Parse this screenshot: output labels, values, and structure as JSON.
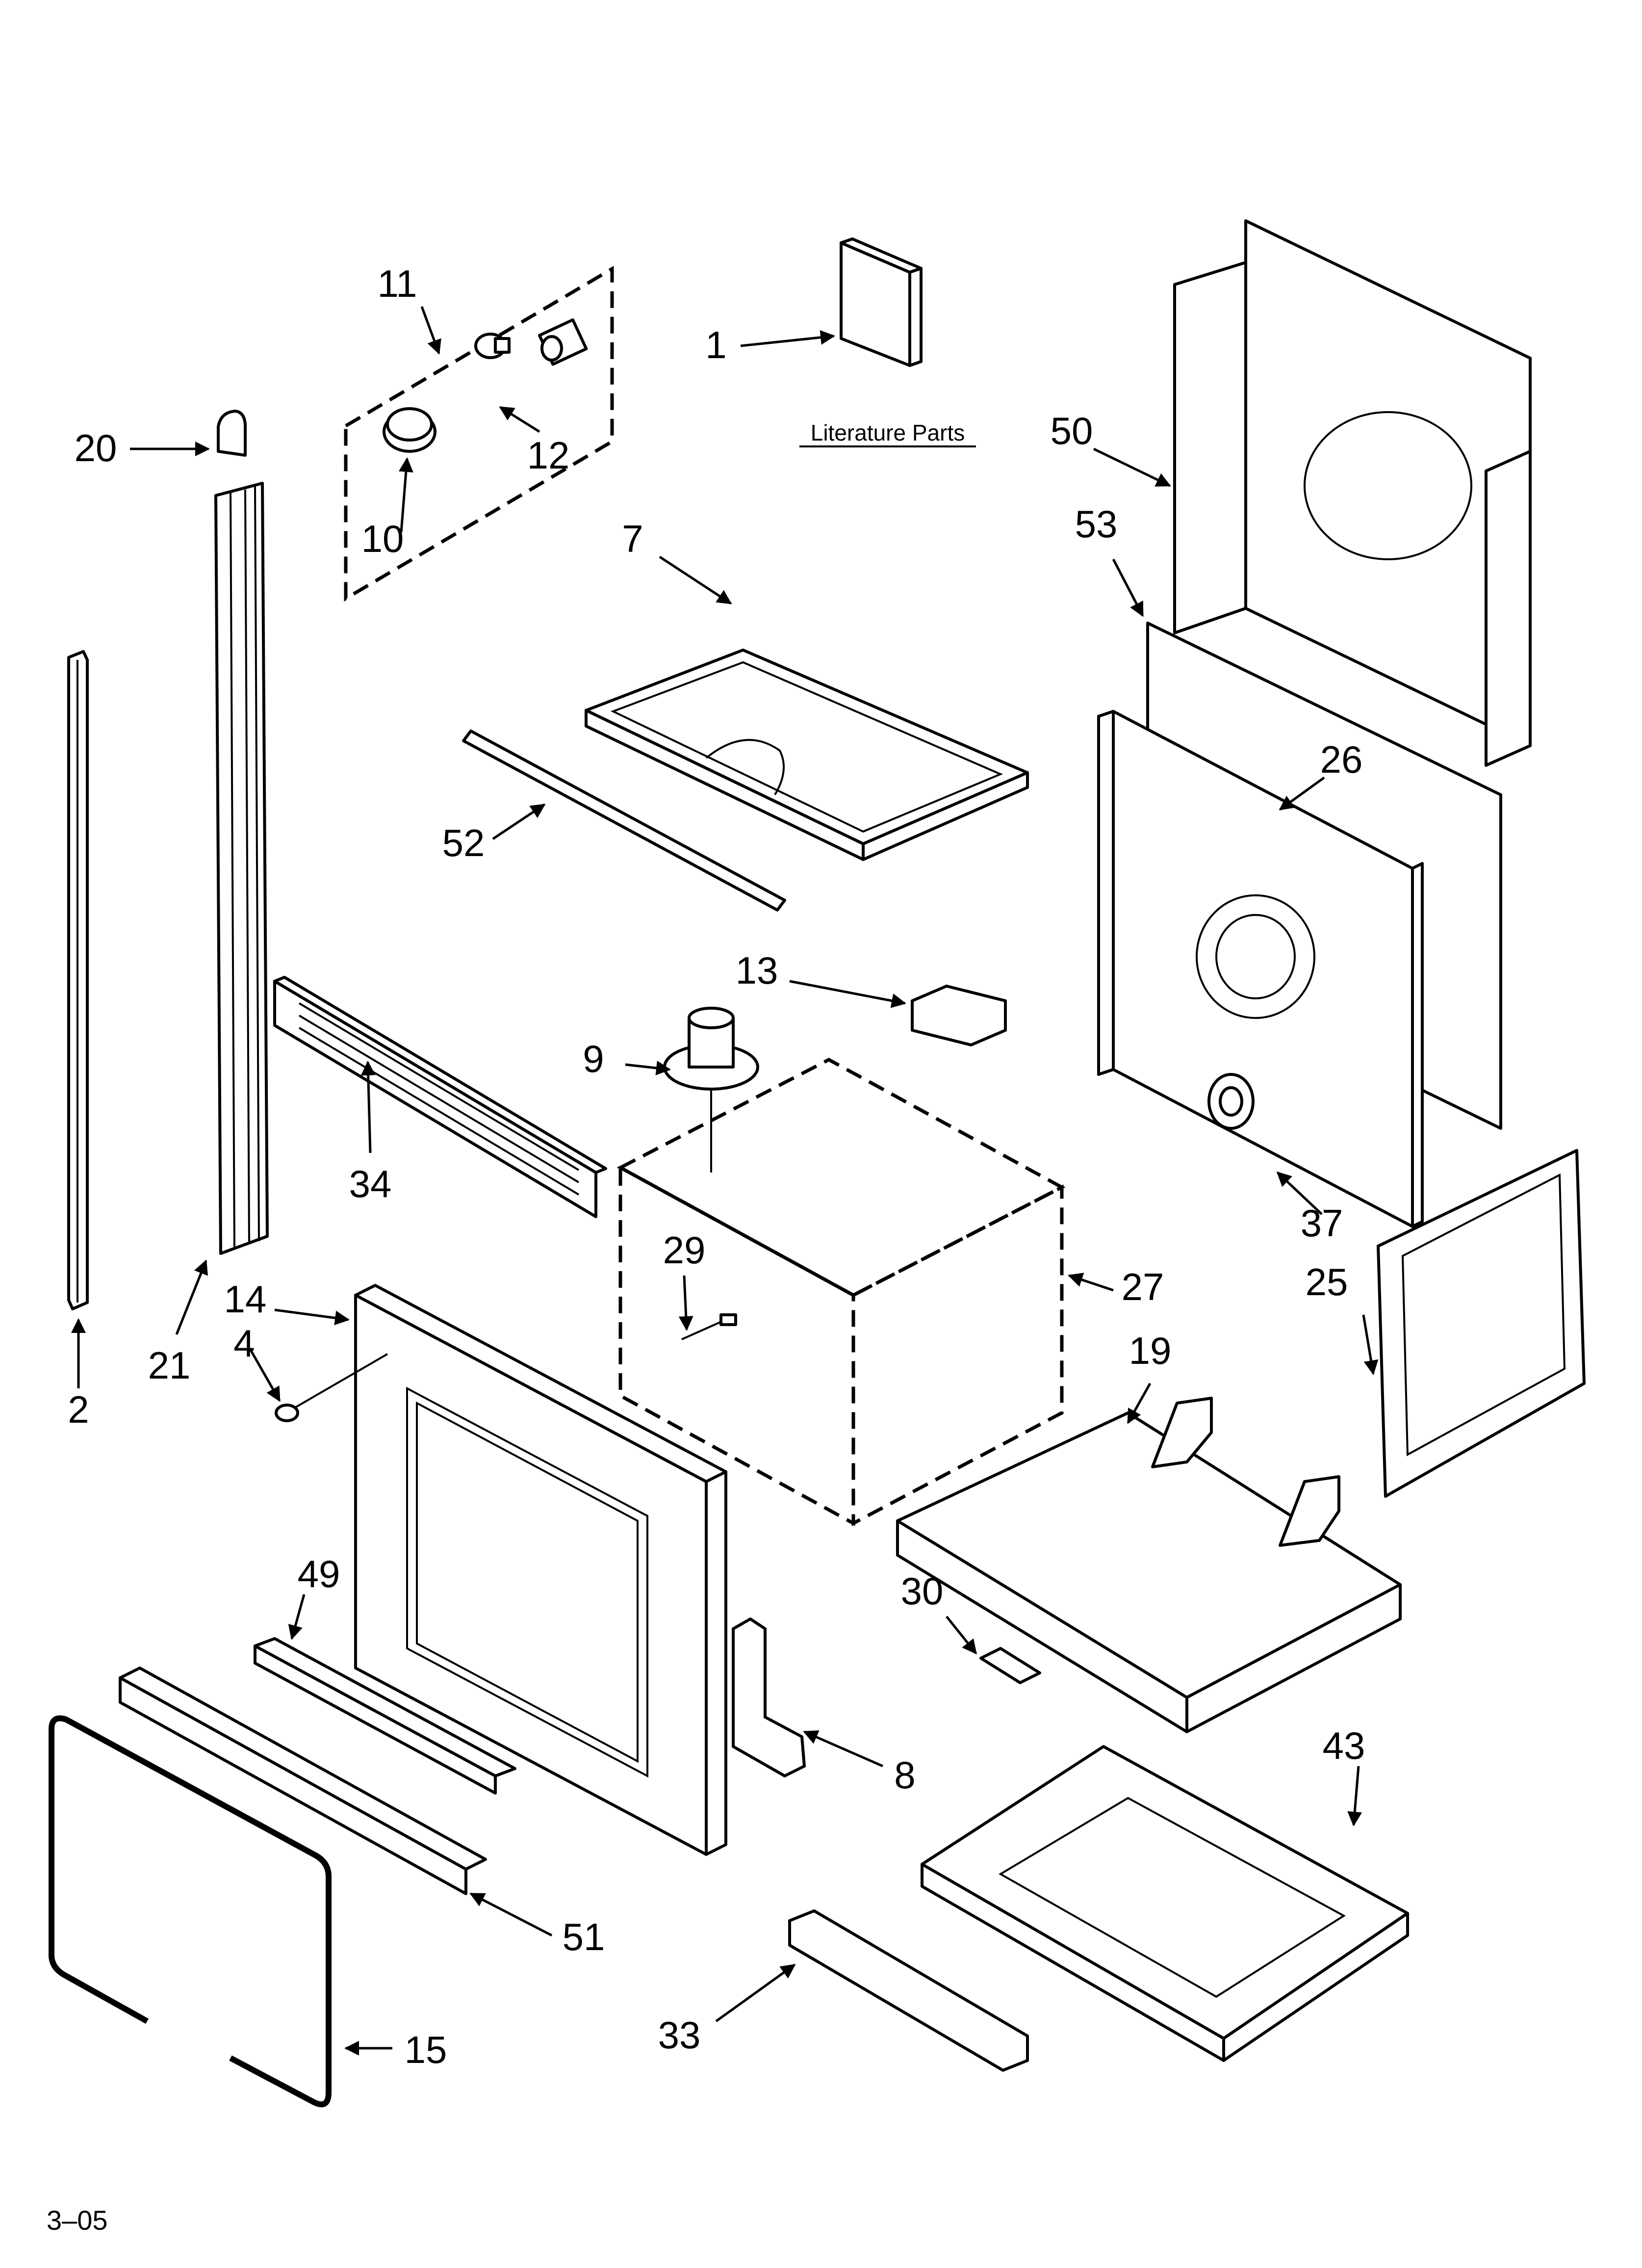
{
  "diagram": {
    "literature_caption": "Literature Parts",
    "footer_code": "3–05",
    "callouts": [
      {
        "id": "c1",
        "text": "1"
      },
      {
        "id": "c2",
        "text": "2"
      },
      {
        "id": "c4",
        "text": "4"
      },
      {
        "id": "c7",
        "text": "7"
      },
      {
        "id": "c8",
        "text": "8"
      },
      {
        "id": "c9",
        "text": "9"
      },
      {
        "id": "c10",
        "text": "10"
      },
      {
        "id": "c11",
        "text": "11"
      },
      {
        "id": "c12",
        "text": "12"
      },
      {
        "id": "c13",
        "text": "13"
      },
      {
        "id": "c14",
        "text": "14"
      },
      {
        "id": "c15",
        "text": "15"
      },
      {
        "id": "c19",
        "text": "19"
      },
      {
        "id": "c20",
        "text": "20"
      },
      {
        "id": "c21",
        "text": "21"
      },
      {
        "id": "c25",
        "text": "25"
      },
      {
        "id": "c26",
        "text": "26"
      },
      {
        "id": "c27",
        "text": "27"
      },
      {
        "id": "c29",
        "text": "29"
      },
      {
        "id": "c30",
        "text": "30"
      },
      {
        "id": "c33",
        "text": "33"
      },
      {
        "id": "c34",
        "text": "34"
      },
      {
        "id": "c37",
        "text": "37"
      },
      {
        "id": "c43",
        "text": "43"
      },
      {
        "id": "c49",
        "text": "49"
      },
      {
        "id": "c50",
        "text": "50"
      },
      {
        "id": "c51",
        "text": "51"
      },
      {
        "id": "c52",
        "text": "52"
      },
      {
        "id": "c53",
        "text": "53"
      }
    ]
  }
}
